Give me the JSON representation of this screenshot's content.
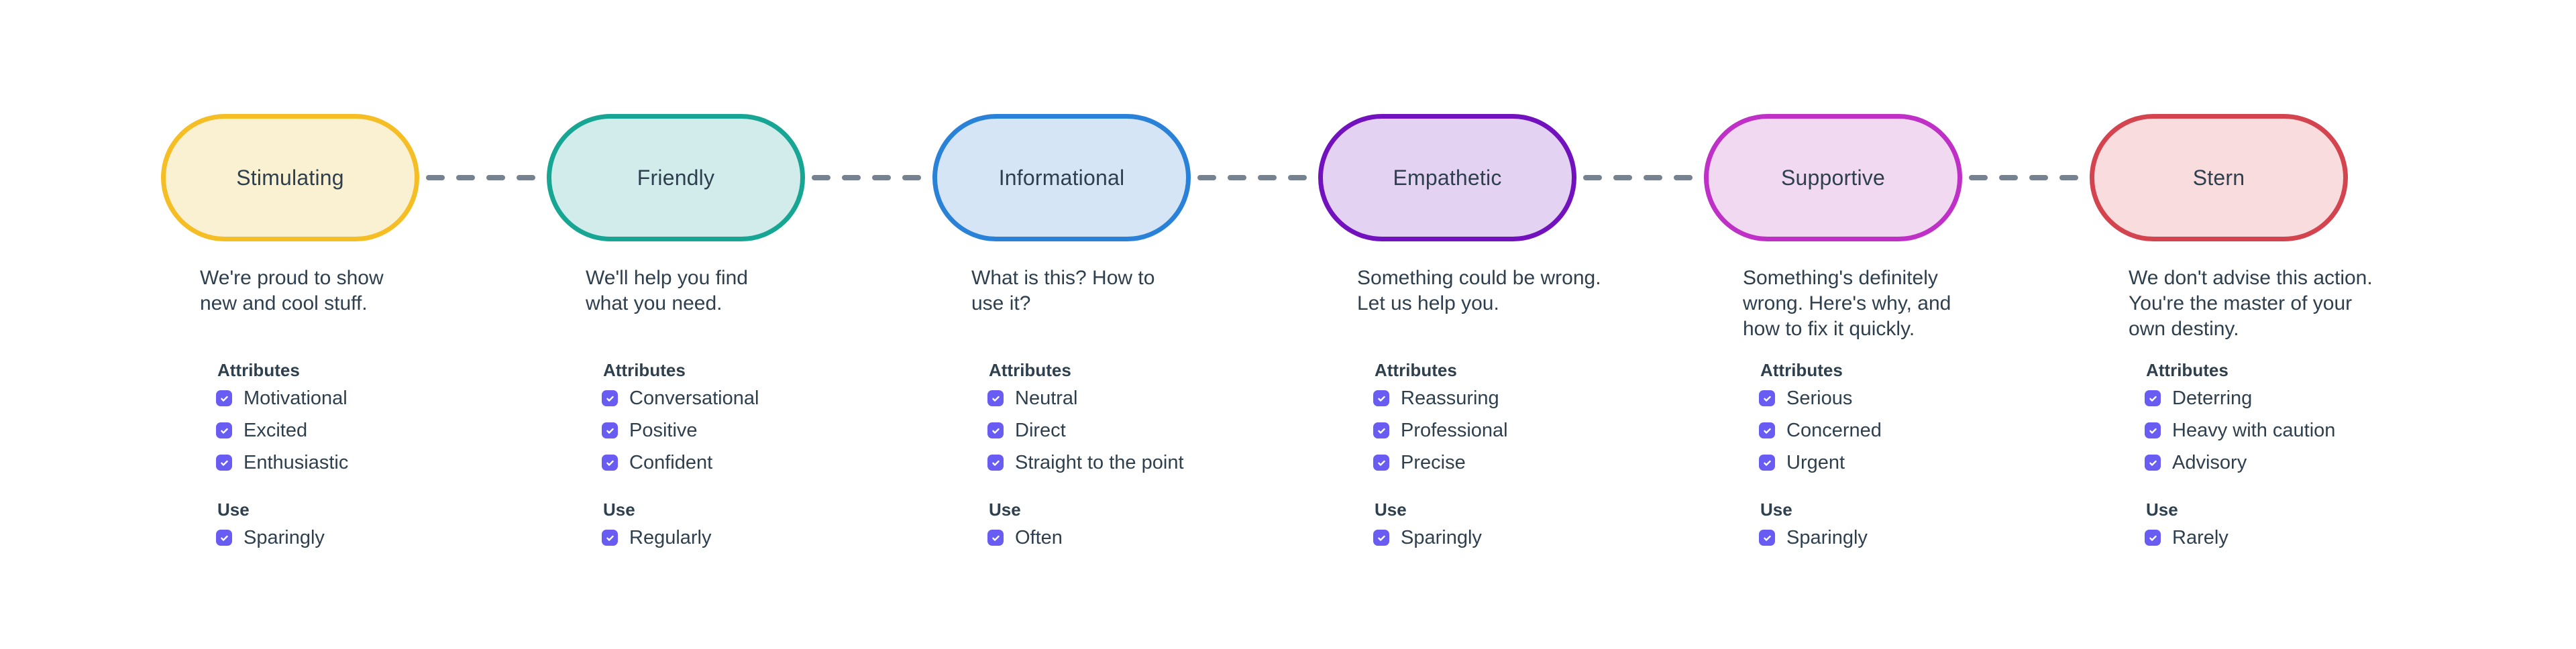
{
  "colors": {
    "background": "#FFFFFF",
    "text": "#2E3F4E",
    "checkbox": "#685CF3",
    "connector_dash": "#76828F"
  },
  "connector": {
    "dash_count": 4,
    "style": "dashed"
  },
  "tones": [
    {
      "name": "Stimulating",
      "pill_border": "#F5BE25",
      "pill_fill": "#FAF0D2",
      "description_lines": [
        "We're proud to show",
        "new and cool stuff."
      ],
      "attributes_heading": "Attributes",
      "attributes": [
        {
          "label": "Motivational",
          "checked": true
        },
        {
          "label": "Excited",
          "checked": true
        },
        {
          "label": "Enthusiastic",
          "checked": true
        }
      ],
      "use_heading": "Use",
      "use": {
        "label": "Sparingly",
        "checked": true
      }
    },
    {
      "name": "Friendly",
      "pill_border": "#17A694",
      "pill_fill": "#D2ECEC",
      "description_lines": [
        "We'll help you find",
        "what you need."
      ],
      "attributes_heading": "Attributes",
      "attributes": [
        {
          "label": "Conversational",
          "checked": true
        },
        {
          "label": "Positive",
          "checked": true
        },
        {
          "label": "Confident",
          "checked": true
        }
      ],
      "use_heading": "Use",
      "use": {
        "label": "Regularly",
        "checked": true
      }
    },
    {
      "name": "Informational",
      "pill_border": "#2A81D8",
      "pill_fill": "#D5E5F5",
      "description_lines": [
        "What is this? How to",
        "use it?"
      ],
      "attributes_heading": "Attributes",
      "attributes": [
        {
          "label": "Neutral",
          "checked": true
        },
        {
          "label": "Direct",
          "checked": true
        },
        {
          "label": "Straight to the point",
          "checked": true
        }
      ],
      "use_heading": "Use",
      "use": {
        "label": "Often",
        "checked": true
      }
    },
    {
      "name": "Empathetic",
      "pill_border": "#7211BE",
      "pill_fill": "#E3D2F2",
      "description_lines": [
        "Something could be wrong.",
        "Let us help you."
      ],
      "attributes_heading": "Attributes",
      "attributes": [
        {
          "label": "Reassuring",
          "checked": true
        },
        {
          "label": "Professional",
          "checked": true
        },
        {
          "label": "Precise",
          "checked": true
        }
      ],
      "use_heading": "Use",
      "use": {
        "label": "Sparingly",
        "checked": true
      }
    },
    {
      "name": "Supportive",
      "pill_border": "#BF30C6",
      "pill_fill": "#F2D9F2",
      "description_lines": [
        "Something's definitely",
        "wrong. Here's why, and",
        "how to fix it quickly."
      ],
      "attributes_heading": "Attributes",
      "attributes": [
        {
          "label": "Serious",
          "checked": true
        },
        {
          "label": "Concerned",
          "checked": true
        },
        {
          "label": "Urgent",
          "checked": true
        }
      ],
      "use_heading": "Use",
      "use": {
        "label": "Sparingly",
        "checked": true
      }
    },
    {
      "name": "Stern",
      "pill_border": "#D4444F",
      "pill_fill": "#F8DCDE",
      "description_lines": [
        "We don't advise this action.",
        "You're the master of your",
        "own destiny."
      ],
      "attributes_heading": "Attributes",
      "attributes": [
        {
          "label": "Deterring",
          "checked": true
        },
        {
          "label": "Heavy with caution",
          "checked": true
        },
        {
          "label": "Advisory",
          "checked": true
        }
      ],
      "use_heading": "Use",
      "use": {
        "label": "Rarely",
        "checked": true
      }
    }
  ]
}
